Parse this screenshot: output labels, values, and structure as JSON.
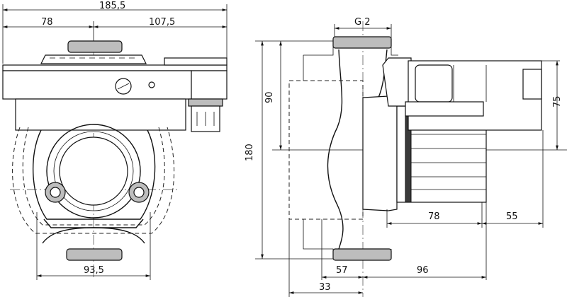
{
  "dimensions": {
    "front_total_width": "185,5",
    "front_left_width": "78",
    "front_right_width": "107,5",
    "front_bottom_width": "93,5",
    "side_thread": "G 2",
    "side_total_height": "180",
    "side_upper_height": "90",
    "side_terminal_height": "75",
    "side_motor_length": "78",
    "side_box_length": "55",
    "side_width_57": "57",
    "side_width_96": "96",
    "side_width_33": "33"
  }
}
